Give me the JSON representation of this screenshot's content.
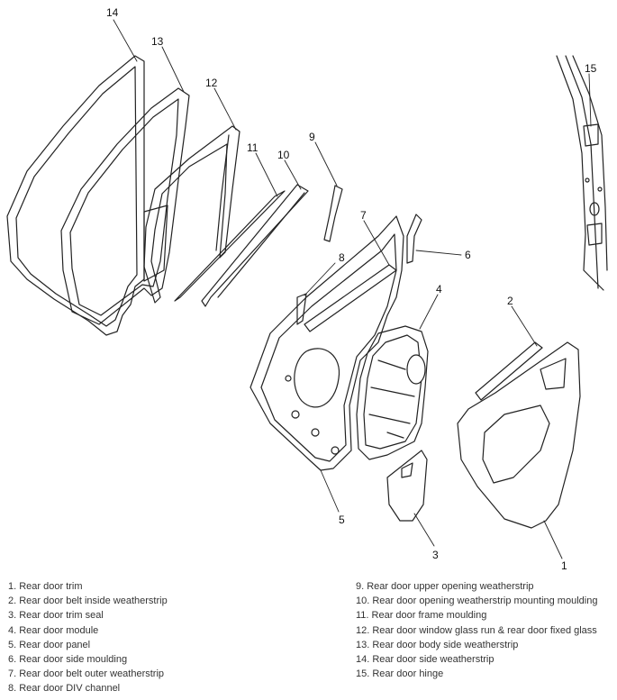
{
  "callouts": [
    "1",
    "2",
    "3",
    "4",
    "5",
    "6",
    "7",
    "8",
    "9",
    "10",
    "11",
    "12",
    "13",
    "14",
    "15"
  ],
  "legend": {
    "left": [
      "1. Rear door trim",
      "2. Rear door belt inside weatherstrip",
      "3. Rear door trim seal",
      "4. Rear door module",
      "5. Rear door panel",
      "6. Rear door side moulding",
      "7. Rear door belt outer weatherstrip",
      "8. Rear door DIV channel"
    ],
    "right": [
      "9. Rear door upper opening weatherstrip",
      "10. Rear door opening weatherstrip mounting moulding",
      "11. Rear door frame moulding",
      "12. Rear door window glass run & rear door fixed glass",
      "13. Rear door body side weatherstrip",
      "14. Rear door side weatherstrip",
      "15. Rear door hinge"
    ]
  }
}
